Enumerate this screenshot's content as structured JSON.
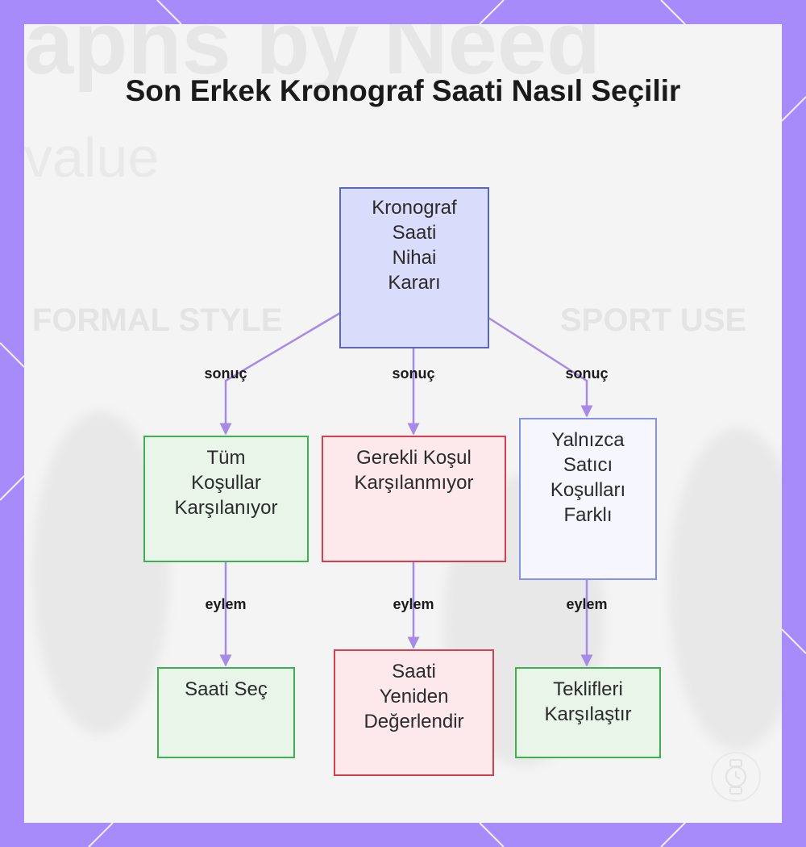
{
  "title": "Son Erkek Kronograf Saati Nasıl Seçilir",
  "background_text": {
    "big": "aphs by Need",
    "small": "value",
    "left": "FORMAL STYLE",
    "right": "SPORT USE"
  },
  "colors": {
    "frame": "#a78bfa",
    "edge": "#a68be6",
    "green_fill": "#e8f5e8",
    "green_border": "#3fb04f",
    "red_fill": "#fde8ec",
    "red_border": "#d6404e",
    "root_fill": "#d9dcfb",
    "root_border": "#5a66c4"
  },
  "nodes": {
    "root": [
      "Kronograf",
      "Saati",
      "Nihai",
      "Kararı"
    ],
    "all_met": [
      "Tüm",
      "Koşullar",
      "Karşılanıyor"
    ],
    "not_met": [
      "Gerekli Koşul",
      "Karşılanmıyor"
    ],
    "seller_diff": [
      "Yalnızca",
      "Satıcı",
      "Koşulları",
      "Farklı"
    ],
    "choose": [
      "Saati Seç"
    ],
    "reevaluate": [
      "Saati",
      "Yeniden",
      "Değerlendir"
    ],
    "compare": [
      "Teklifleri",
      "Karşılaştır"
    ]
  },
  "edges": {
    "result_label": "sonuç",
    "action_label": "eylem"
  }
}
